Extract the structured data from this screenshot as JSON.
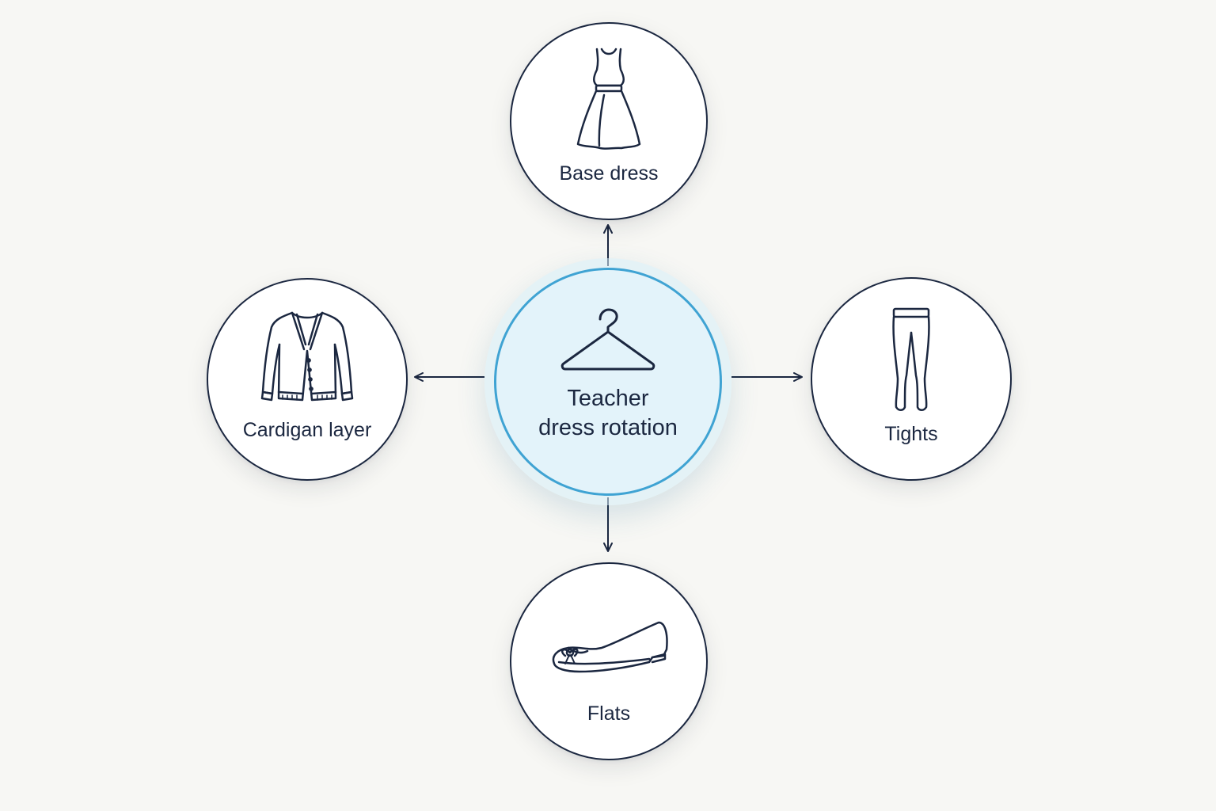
{
  "center": {
    "title_line1": "Teacher",
    "title_line2": "dress rotation",
    "icon": "hanger-icon"
  },
  "nodes": {
    "top": {
      "label": "Base dress",
      "icon": "dress-icon"
    },
    "left": {
      "label": "Cardigan layer",
      "icon": "cardigan-icon"
    },
    "right": {
      "label": "Tights",
      "icon": "tights-icon"
    },
    "bottom": {
      "label": "Flats",
      "icon": "flats-icon"
    }
  },
  "colors": {
    "background": "#f7f7f4",
    "stroke": "#1b2740",
    "center_fill": "#e3f3fa",
    "center_border": "#3fa3d3"
  }
}
